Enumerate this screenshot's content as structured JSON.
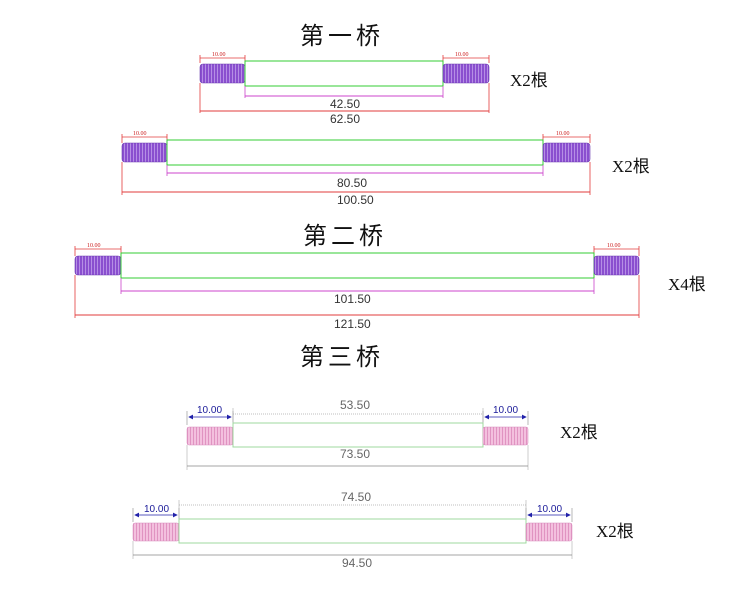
{
  "sections": [
    {
      "title": "第一桥",
      "shafts": [
        {
          "thread": "10.00",
          "middle": "42.50",
          "total": "62.50",
          "qty": "X2根"
        },
        {
          "thread": "10.00",
          "middle": "80.50",
          "total": "100.50",
          "qty": "X2根"
        }
      ]
    },
    {
      "title": "第二桥",
      "shafts": [
        {
          "thread": "10.00",
          "middle": "101.50",
          "total": "121.50",
          "qty": "X4根"
        }
      ]
    },
    {
      "title": "第三桥",
      "shafts": [
        {
          "thread": "10.00",
          "middle": "53.50",
          "total": "73.50",
          "qty": "X2根"
        },
        {
          "thread": "10.00",
          "middle": "74.50",
          "total": "94.50",
          "qty": "X2根"
        }
      ]
    }
  ],
  "colors": {
    "thread_purple": "#8a4fcf",
    "thread_pink": "#f2b7d9",
    "body_outline": "#33cc33",
    "dim_red": "#e23b3b",
    "dim_magenta": "#cc44cc",
    "dim_blue": "#2222aa",
    "dim_grey": "#888888"
  }
}
